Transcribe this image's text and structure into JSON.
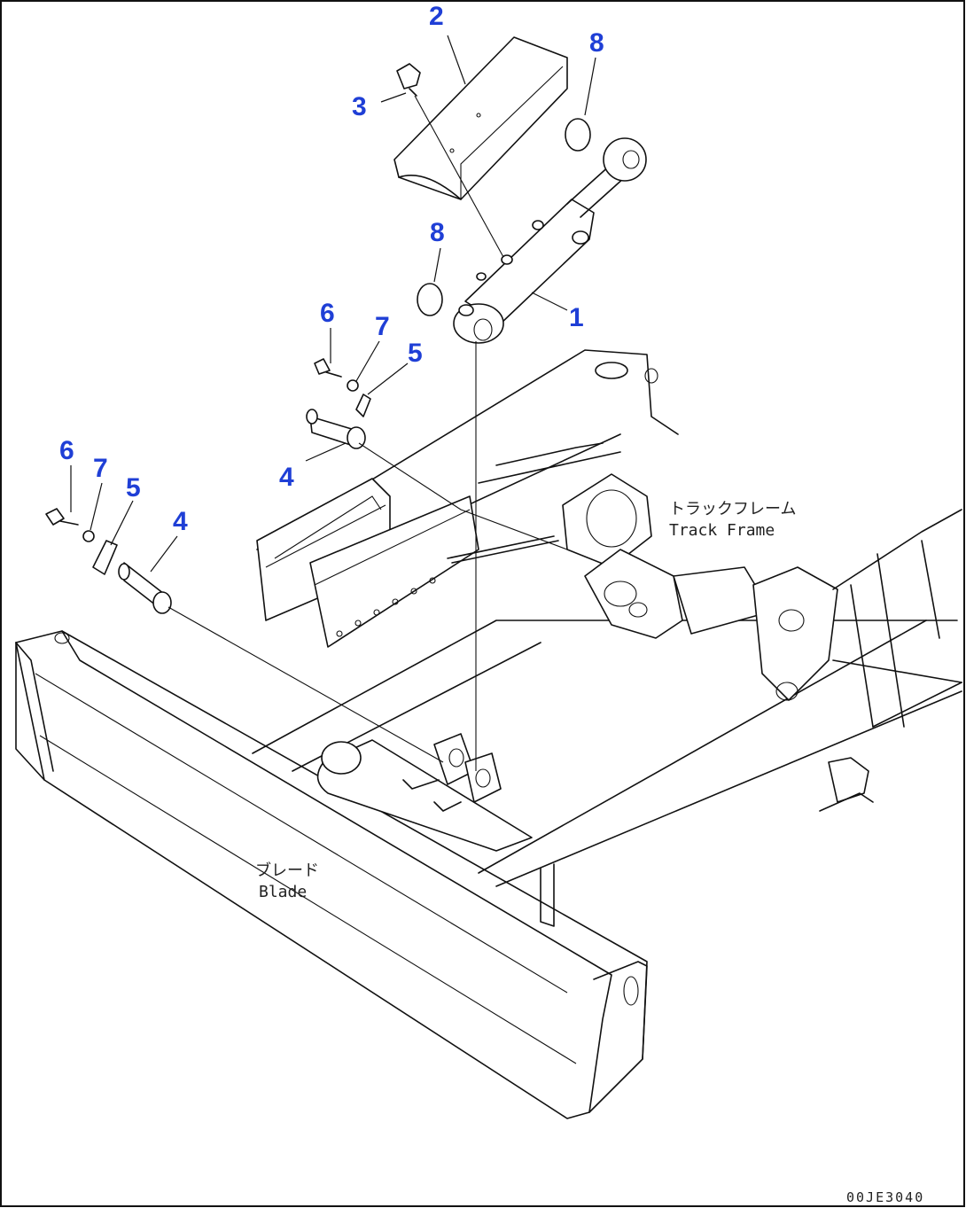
{
  "callout_color": "#1f3fd6",
  "callouts": [
    {
      "id": "c2",
      "text": "2"
    },
    {
      "id": "c3",
      "text": "3"
    },
    {
      "id": "c8a",
      "text": "8"
    },
    {
      "id": "c8b",
      "text": "8"
    },
    {
      "id": "c1",
      "text": "1"
    },
    {
      "id": "c6a",
      "text": "6"
    },
    {
      "id": "c7a",
      "text": "7"
    },
    {
      "id": "c5a",
      "text": "5"
    },
    {
      "id": "c4a",
      "text": "4"
    },
    {
      "id": "c6b",
      "text": "6"
    },
    {
      "id": "c7b",
      "text": "7"
    },
    {
      "id": "c5b",
      "text": "5"
    },
    {
      "id": "c4b",
      "text": "4"
    }
  ],
  "labels": {
    "track_frame_jp": "トラックフレーム",
    "track_frame_en": "Track Frame",
    "blade_jp": "ブレード",
    "blade_en": "Blade"
  },
  "drawing_code": "00JE3040"
}
